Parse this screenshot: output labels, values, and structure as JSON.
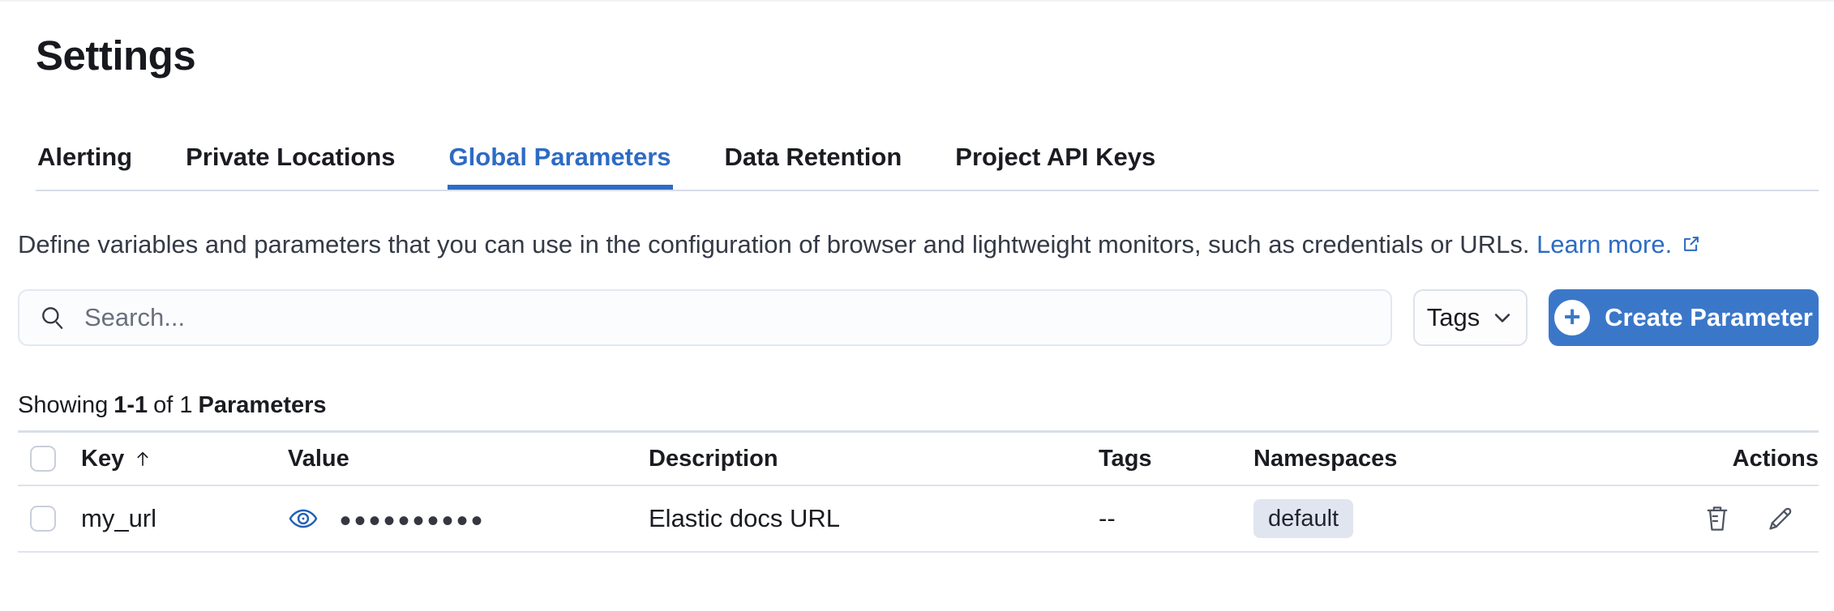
{
  "page": {
    "title": "Settings"
  },
  "tabs": [
    {
      "label": "Alerting",
      "active": false
    },
    {
      "label": "Private Locations",
      "active": false
    },
    {
      "label": "Global Parameters",
      "active": true
    },
    {
      "label": "Data Retention",
      "active": false
    },
    {
      "label": "Project API Keys",
      "active": false
    }
  ],
  "description": {
    "text": "Define variables and parameters that you can use in the configuration of browser and lightweight monitors, such as credentials or URLs.",
    "link_label": "Learn more."
  },
  "toolbar": {
    "search_placeholder": "Search...",
    "search_value": "",
    "tags_button_label": "Tags",
    "create_button_label": "Create Parameter"
  },
  "summary": {
    "showing": "Showing",
    "range": "1-1",
    "of": "of 1",
    "entity": "Parameters"
  },
  "table": {
    "headers": {
      "key": "Key",
      "value": "Value",
      "description": "Description",
      "tags": "Tags",
      "namespaces": "Namespaces",
      "actions": "Actions"
    },
    "sort": {
      "column": "Key",
      "direction": "ascending"
    },
    "rows": [
      {
        "key": "my_url",
        "value_masked": "••••••••••",
        "description": "Elastic docs URL",
        "tags": "--",
        "namespace": "default"
      }
    ]
  },
  "icons": {
    "plus": "+"
  },
  "colors": {
    "accent_blue": "#2d6bc4",
    "button_blue": "#3b77c9",
    "text": "#1a1c21",
    "badge_bg": "#e0e5ef",
    "divider": "#d9dfe9"
  }
}
